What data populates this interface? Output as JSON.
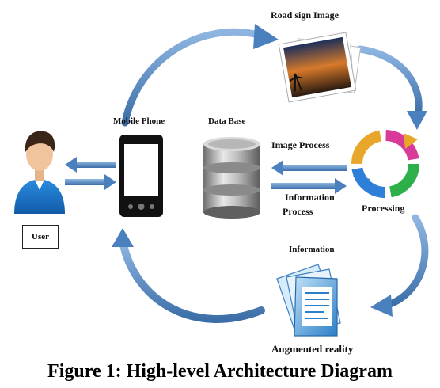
{
  "labels": {
    "road_sign": "Road sign Image",
    "mobile_phone": "Mobile Phone",
    "data_base": "Data Base",
    "image_process": "Image Process",
    "information_process_line1": "Information",
    "information_process_line2": "Process",
    "processing": "Processing",
    "user": "User",
    "information": "Information",
    "augmented_reality": "Augmented reality"
  },
  "caption": "Figure 1: High-level Architecture Diagram",
  "icons": {
    "user": "user-icon",
    "phone": "mobile-phone-icon",
    "database": "database-icon",
    "photos": "photo-stack-icon",
    "processing": "processing-cycle-icon",
    "documents": "documents-icon"
  },
  "colors": {
    "arrow": "#5b8fc9",
    "arrow_dark": "#3c6fa8",
    "text": "#111111"
  }
}
